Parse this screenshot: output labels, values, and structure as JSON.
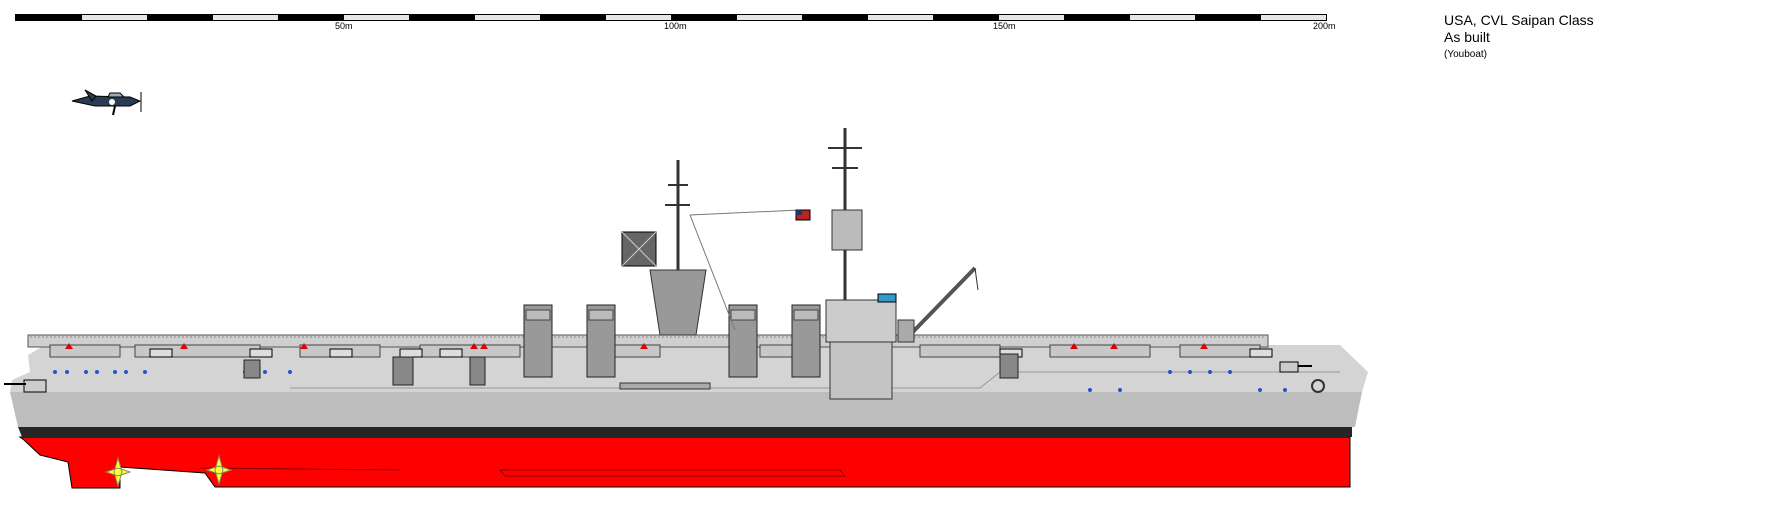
{
  "scale": {
    "labels": [
      "50m",
      "100m",
      "150m",
      "200m"
    ],
    "total_m": 200,
    "segment_m": 10
  },
  "caption": {
    "title": "USA, CVL Saipan Class",
    "subtitle": "As built",
    "author": "(Youboat)"
  },
  "colors": {
    "hull_upper": "#d4d4d4",
    "hull_lower": "#bdbdbd",
    "boot_top": "#262626",
    "underwater": "#ff0000",
    "propeller": "#ffff33",
    "deck_detail": "#a8a8a8"
  }
}
